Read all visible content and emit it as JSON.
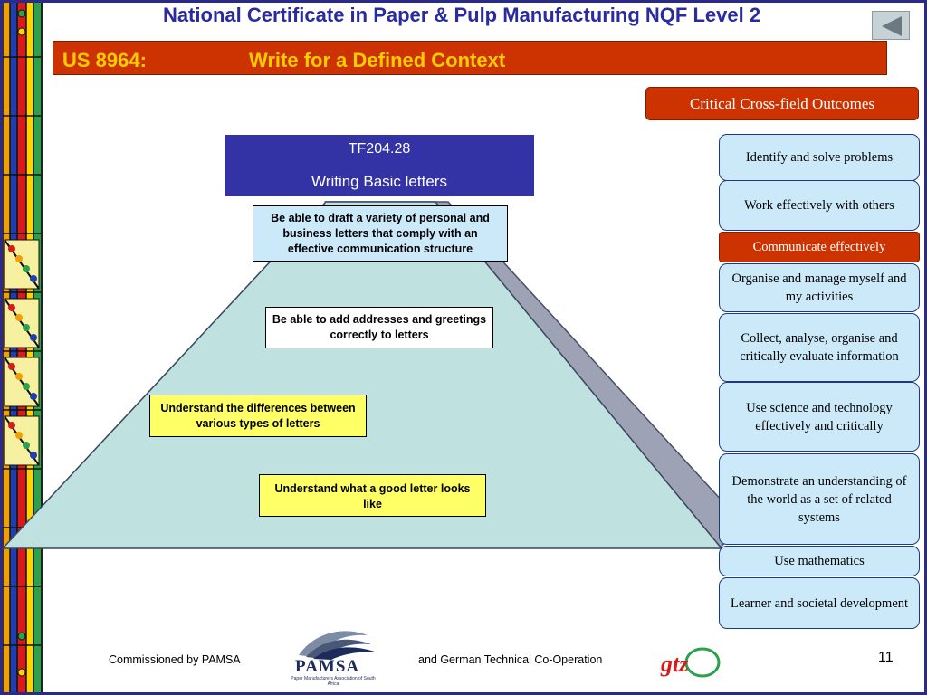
{
  "header": {
    "title": "National Certificate in Paper & Pulp Manufacturing NQF Level 2",
    "unit_code": "US 8964:",
    "unit_name": "Write for a Defined Context"
  },
  "pyramid": {
    "tf_code": "TF204.28",
    "tf_title": "Writing Basic letters",
    "steps": [
      "Be able to draft a variety of personal and business letters that comply with an effective communication structure",
      "Be able to add addresses and greetings correctly to letters",
      "Understand the differences between various types of letters",
      "Understand what a good letter looks like"
    ]
  },
  "outcomes": {
    "heading": "Critical Cross-field Outcomes",
    "items": [
      "Identify and solve problems",
      "Work effectively with others",
      "Communicate effectively",
      "Organise and manage myself and my activities",
      "Collect, analyse, organise and critically evaluate information",
      "Use science and technology effectively and critically",
      "Demonstrate an understanding of the world as a set of related systems",
      "Use mathematics",
      "Learner and societal development"
    ],
    "active": "Communicate effectively"
  },
  "footer": {
    "commissioned": "Commissioned by PAMSA",
    "partner": "and German Technical Co-Operation",
    "pamsa_logo_text": "PAMSA",
    "pamsa_logo_sub": "Paper Manufacturers Association of South Africa",
    "gtz_logo_text": "gtz",
    "page_number": "11"
  },
  "icons": {
    "back": "back-arrow-icon",
    "pattern": "decorative-pattern"
  },
  "colors": {
    "title": "#2b2ba0",
    "accent": "#cc3300",
    "accent_text": "#ffcc00",
    "tf_box": "#3333a6",
    "outcome_bg": "#cce9f9",
    "pyramid_fill": "#bfe1e0",
    "step_highlight": "#ffff66"
  }
}
